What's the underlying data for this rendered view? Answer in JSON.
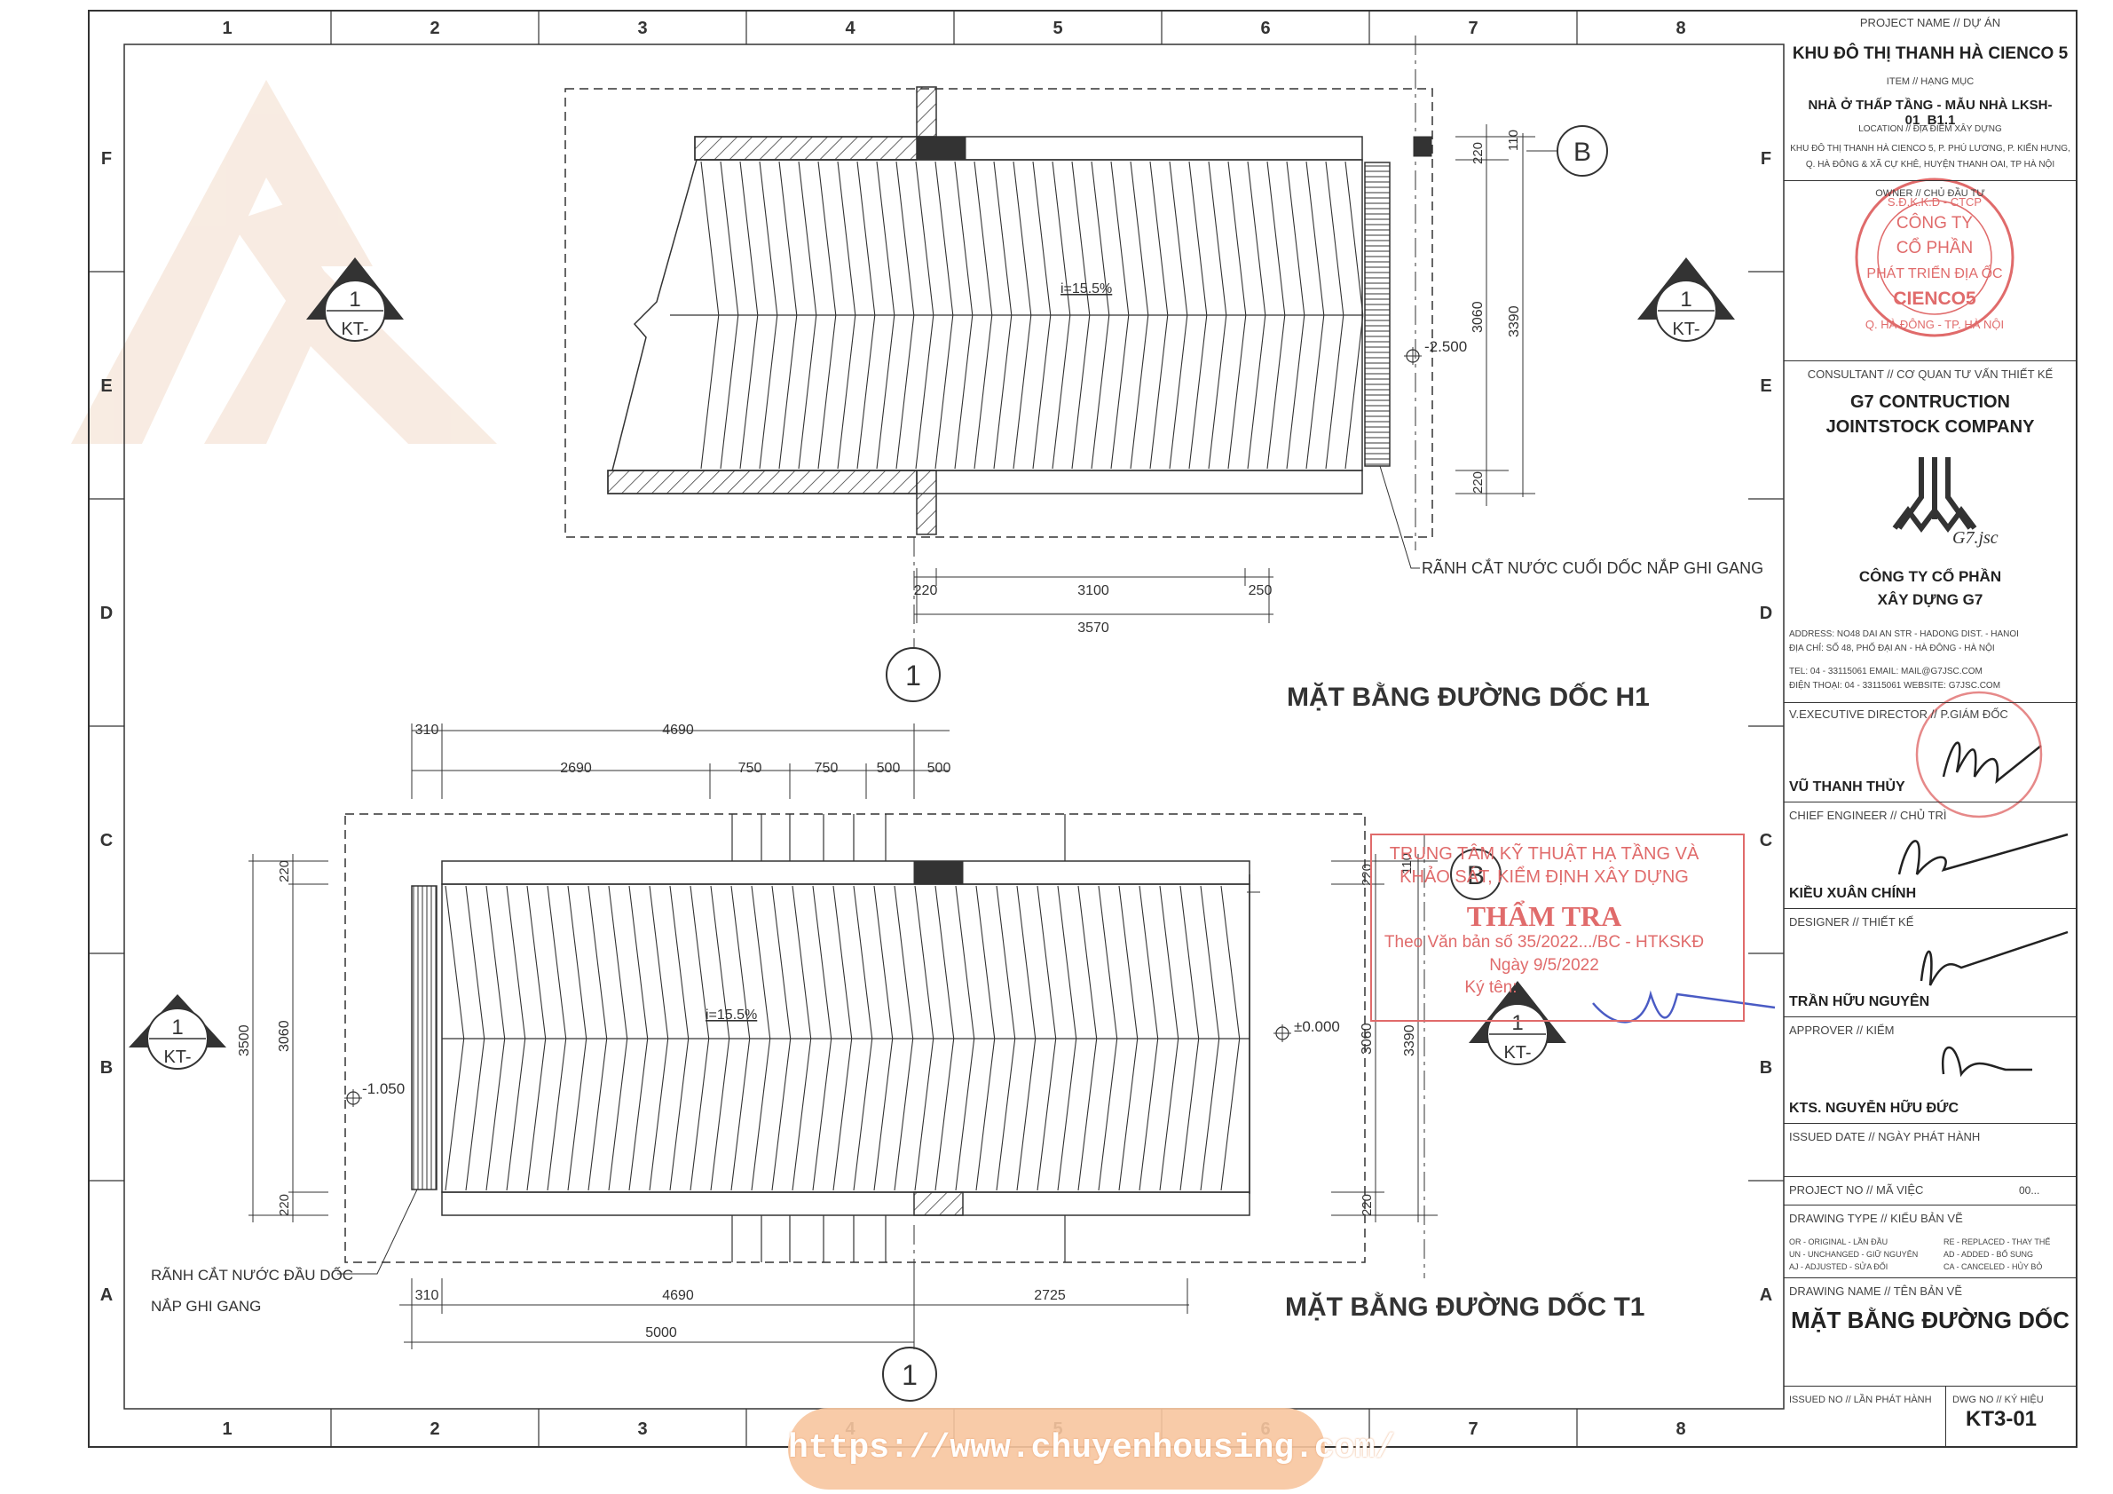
{
  "grid": {
    "columns": [
      "1",
      "2",
      "3",
      "4",
      "5",
      "6",
      "7",
      "8"
    ],
    "rows": [
      "F",
      "E",
      "D",
      "C",
      "B",
      "A"
    ]
  },
  "title_block": {
    "project_label": "PROJECT NAME // DỰ ÁN",
    "project_name": "KHU ĐÔ THỊ THANH HÀ CIENCO 5",
    "item_label": "ITEM // HẠNG MỤC",
    "item_name": "NHÀ Ở THẤP TẦNG - MẪU NHÀ LKSH-01_B1.1",
    "location_label": "LOCATION // ĐỊA ĐIỂM XÂY DỰNG",
    "location_line1": "KHU ĐÔ THỊ THANH HÀ CIENCO 5, P. PHÚ LƯƠNG, P. KIẾN HƯNG,",
    "location_line2": "Q. HÀ ĐÔNG & XÃ CỰ KHÊ, HUYỆN THANH OAI, TP HÀ NỘI",
    "owner_label": "OWNER // CHỦ ĐẦU TƯ",
    "owner_stamp": {
      "ring_top": "S.Đ.K.K.D - CTCP",
      "line1": "CÔNG TY",
      "line2": "CỔ PHẦN",
      "line3": "PHÁT TRIỂN ĐỊA ỐC",
      "line4": "CIENCO5",
      "ring_bottom": "Q. HÀ ĐÔNG - TP. HÀ NỘI"
    },
    "consultant_label": "CONSULTANT // CƠ QUAN TƯ VẤN THIẾT KẾ",
    "consultant_name1": "G7 CONTRUCTION",
    "consultant_name2": "JOINTSTOCK COMPANY",
    "logo_text": "G7.jsc",
    "company_vn1": "CÔNG TY CỔ PHẦN",
    "company_vn2": "XÂY DỰNG G7",
    "address_line1": "ADDRESS:   NO48 DAI AN STR - HADONG DIST. - HANOI",
    "address_line2": "ĐỊA CHỈ:   SỐ 48, PHỐ ĐẠI AN - HÀ ĐÔNG - HÀ NỘI",
    "tel_line1": "TEL:            04 - 33115061     EMAIL: MAIL@G7JSC.COM",
    "tel_line2": "ĐIỆN THOẠI: 04 - 33115061     WEBSITE:  G7JSC.COM",
    "director_label": "V.EXECUTIVE DIRECTOR // P.GIÁM ĐỐC",
    "director_name": "VŨ THANH THỦY",
    "chief_label": "CHIEF ENGINEER // CHỦ TRÌ",
    "chief_name": "KIỀU XUÂN CHÍNH",
    "designer_label": "DESIGNER // THIẾT KẾ",
    "designer_name": "TRẦN HỮU NGUYÊN",
    "approver_label": "APPROVER // KIỂM",
    "approver_name": "KTS. NGUYỄN HỮU ĐỨC",
    "issued_label": "ISSUED DATE // NGÀY PHÁT HÀNH",
    "projno_label": "PROJECT NO // MÃ VIỆC",
    "projno_value": "00...",
    "dtype_label": "DRAWING TYPE // KIỂU BẢN VẼ",
    "dtype_col1": [
      "OR - ORIGINAL   - LẦN ĐẦU",
      "UN - UNCHANGED - GIỮ NGUYÊN",
      "AJ - ADJUSTED   - SỬA ĐỔI"
    ],
    "dtype_col2": [
      "RE - REPLACED   - THAY THẾ",
      "AD - ADDED       - BỔ SUNG",
      "CA - CANCELED  - HỦY BỎ"
    ],
    "dname_label": "DRAWING NAME // TÊN BẢN VẼ",
    "dname_value": "MẶT BẰNG ĐƯỜNG DỐC",
    "issueno_label": "ISSUED NO // LẦN PHÁT HÀNH",
    "dwgno_label": "DWG NO // KÝ HIỆU",
    "dwgno_value": "KT3-01"
  },
  "plan_h1": {
    "title": "MẶT BẰNG ĐƯỜNG DỐC H1",
    "slope": "i=15.5%",
    "level": "-2.500",
    "dims_bottom": [
      "220",
      "3100",
      "250"
    ],
    "dim_total": "3570",
    "dims_right_small": [
      "220",
      "110"
    ],
    "dim_right_mid": "3060",
    "dim_right_bottom": "220",
    "dim_right_total": "3390",
    "grid_b": "B",
    "grid_1": "1",
    "drain_note": "RÃNH CẮT NƯỚC CUỐI DỐC NẮP GHI GANG",
    "section_left": {
      "num": "1",
      "ref": "KT-"
    },
    "section_right": {
      "num": "1",
      "ref": "KT-"
    }
  },
  "plan_t1": {
    "title": "MẶT BẰNG ĐƯỜNG DỐC T1",
    "slope": "i=15.5%",
    "level_left": "-1.050",
    "level_right": "±0.000",
    "dims_top_row1": [
      "310",
      "4690"
    ],
    "dims_top_row2": [
      "2690",
      "750",
      "750",
      "500",
      "500"
    ],
    "dims_bottom_row1": [
      "310",
      "4690",
      "2725"
    ],
    "dim_bottom_total": "5000",
    "dims_left": [
      "220",
      "3060",
      "220"
    ],
    "dim_left_total": "3500",
    "dims_right": [
      "220",
      "110",
      "3060",
      "220"
    ],
    "dim_right_total": "3390",
    "grid_b": "B",
    "grid_1": "1",
    "drain_note1": "RÃNH CẮT NƯỚC ĐẦU DỐC",
    "drain_note2": "NẮP GHI GANG",
    "section_left": {
      "num": "1",
      "ref": "KT-"
    },
    "section_right": {
      "num": "1",
      "ref": "KT-"
    }
  },
  "review_stamp": {
    "line1": "TRUNG TÂM KỸ THUẬT HẠ TẦNG VÀ",
    "line2": "KHẢO SÁT, KIỂM ĐỊNH XÂY DỰNG",
    "heading": "THẨM TRA",
    "ref": "Theo Văn bản số 35/2022.../BC - HTKSKĐ",
    "date": "Ngày    9/5/2022",
    "signed": "Ký tên:"
  },
  "watermark_url": "https://www.chuyenhousing.com/",
  "colors": {
    "line": "#333333",
    "stamp_red": "#e06b6b",
    "watermark": "#f3dccb",
    "pill": "#f7c59e"
  }
}
